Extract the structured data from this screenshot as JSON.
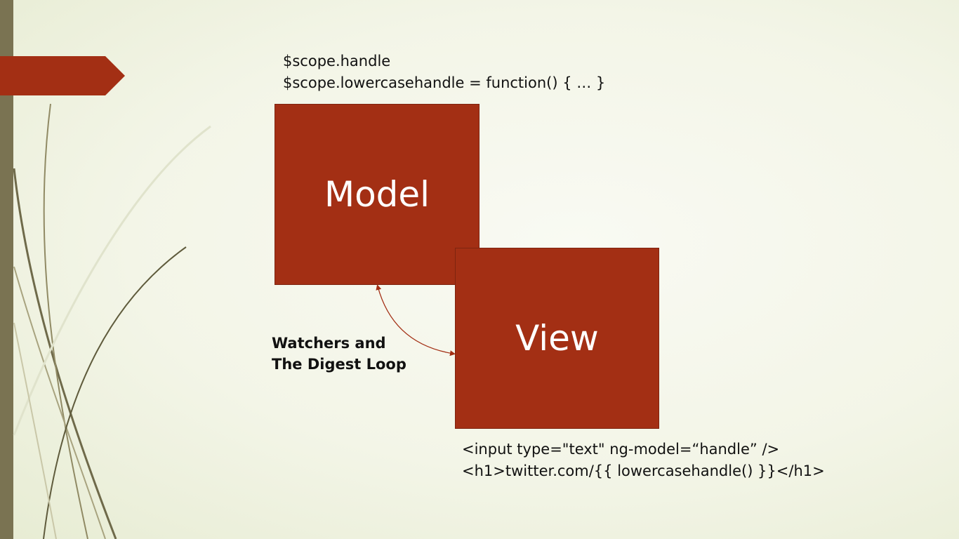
{
  "model_box": {
    "label": "Model",
    "code_lines": [
      "$scope.handle",
      "$scope.lowercasehandle = function() { … }"
    ]
  },
  "view_box": {
    "label": "View",
    "code_lines": [
      "<input type=\"text\" ng-model=“handle” />",
      "<h1>twitter.com/{{ lowercasehandle() }}</h1>"
    ]
  },
  "connector": {
    "label_lines": [
      "Watchers and",
      "The Digest Loop"
    ]
  },
  "colors": {
    "accent": "#a32f14",
    "sidebar": "#7a7352",
    "background": "#f4f6ea"
  }
}
